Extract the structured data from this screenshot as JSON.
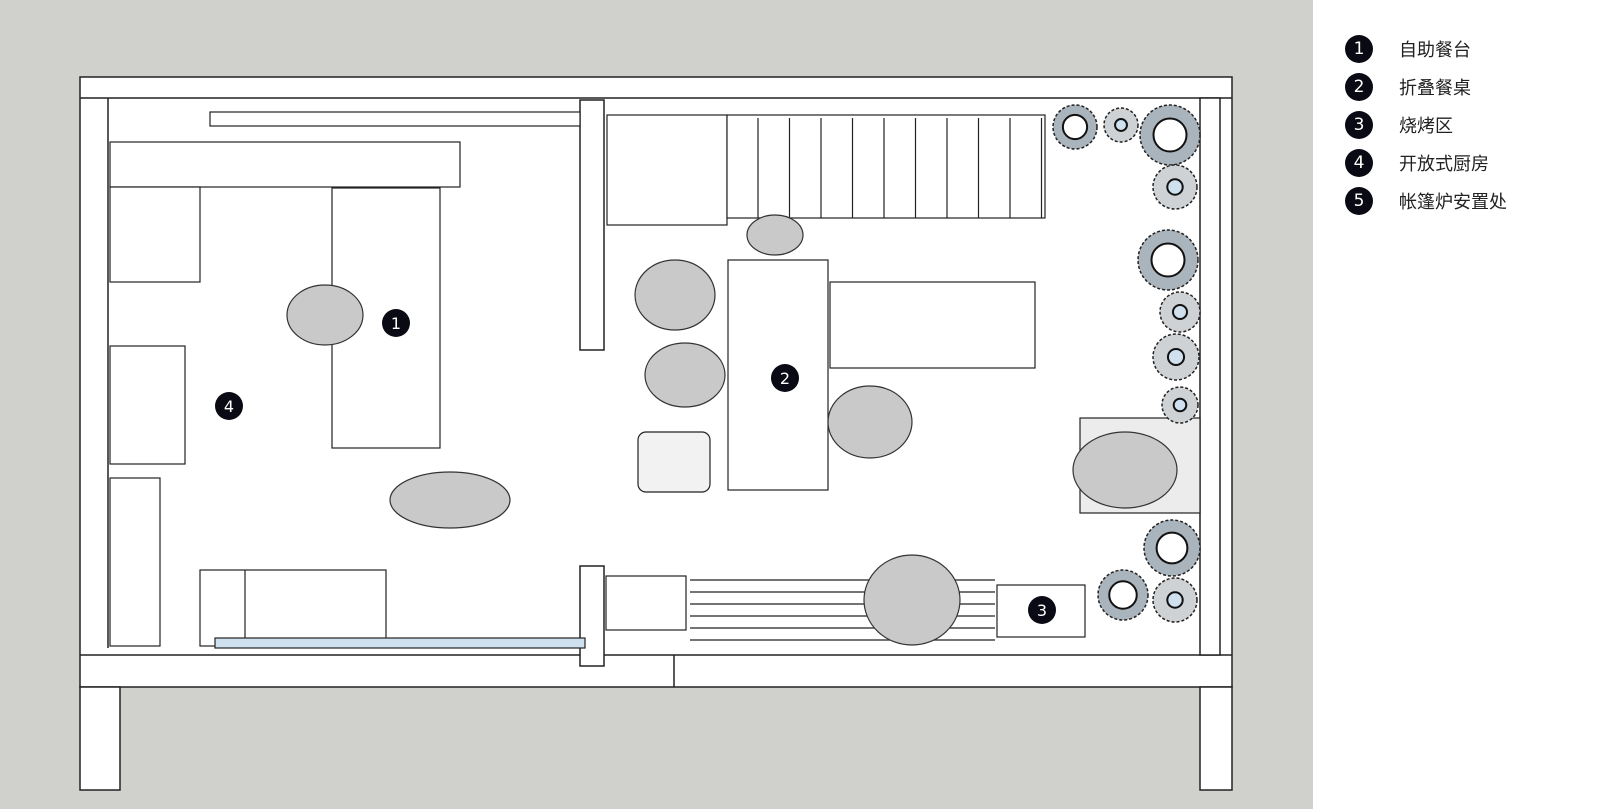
{
  "legend": [
    {
      "num": "1",
      "label": "自助餐台"
    },
    {
      "num": "2",
      "label": "折叠餐桌"
    },
    {
      "num": "3",
      "label": "烧烤区"
    },
    {
      "num": "4",
      "label": "开放式厨房"
    },
    {
      "num": "5",
      "label": "帐篷炉安置处"
    }
  ],
  "markers": {
    "m1": "1",
    "m2": "2",
    "m3": "3",
    "m4": "4"
  },
  "colors": {
    "background": "#d0d0cc",
    "marker": "#0a0a14",
    "planter": "#a9b4bd",
    "floor": "#ffffff"
  }
}
